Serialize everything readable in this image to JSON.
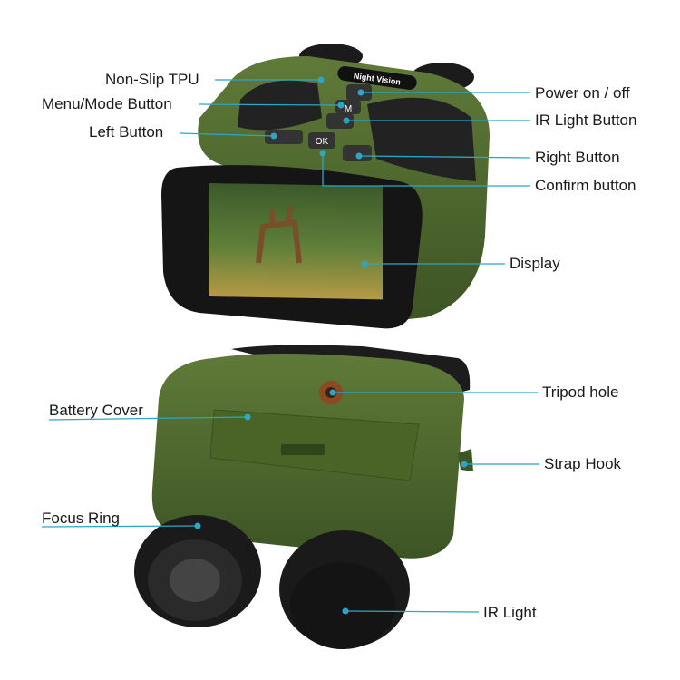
{
  "device_text": {
    "brand_plate": "Night Vision",
    "menu_key": "M",
    "ok_key": "OK"
  },
  "labels": {
    "non_slip_tpu": "Non-Slip TPU",
    "menu_mode_button": "Menu/Mode Button",
    "left_button": "Left Button",
    "power": "Power on / off",
    "ir_light_button": "IR Light Button",
    "right_button": "Right Button",
    "confirm_button": "Confirm button",
    "display": "Display",
    "battery_cover": "Battery Cover",
    "tripod_hole": "Tripod hole",
    "strap_hook": "Strap Hook",
    "focus_ring": "Focus Ring",
    "ir_light": "IR Light"
  },
  "colors": {
    "leader": "#2ba6c6",
    "body": "#4f6a2e",
    "rubber": "#1e1e1e"
  }
}
